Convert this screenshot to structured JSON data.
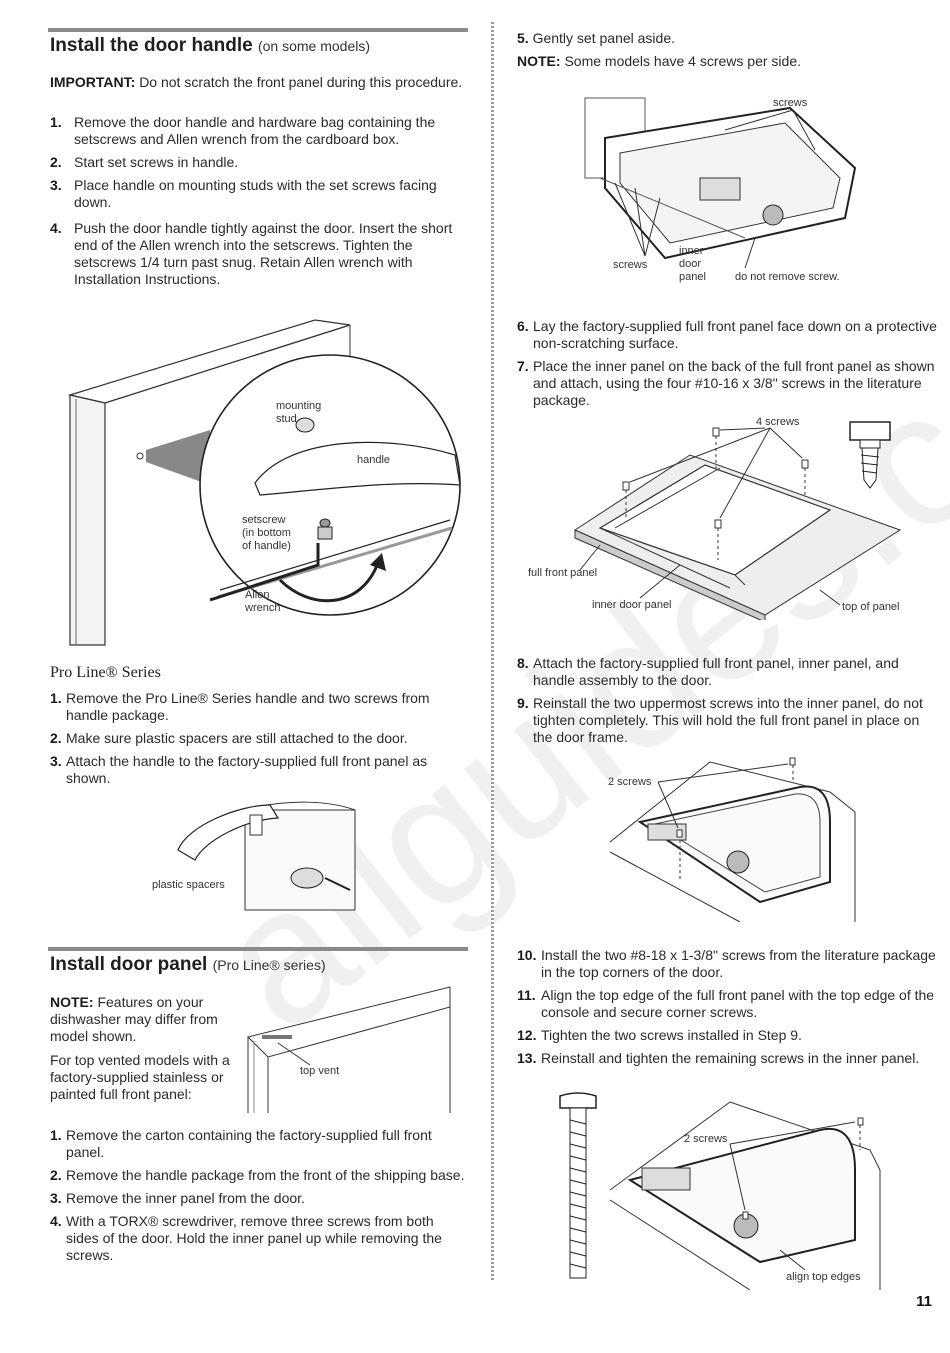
{
  "page_number": "11",
  "watermark": "allguides.com",
  "left": {
    "handle": {
      "title": "Install the door handle",
      "subtitle": "(on some models)",
      "important_label": "IMPORTANT:",
      "important_text": "Do not scratch the front panel during this procedure.",
      "steps": [
        {
          "n": "1.",
          "text": "Remove the door handle and hardware bag containing the setscrews and Allen wrench from the cardboard box."
        },
        {
          "n": "2.",
          "text": "Start set screws in handle."
        },
        {
          "n": "3.",
          "text": "Place handle on mounting studs with the set screws facing down."
        },
        {
          "n": "4.",
          "text": "Push the door handle tightly against the door. Insert the short end of the Allen wrench into the setscrews. Tighten the setscrews 1/4 turn past snug. Retain Allen wrench with Installation Instructions."
        }
      ],
      "diagram_labels": {
        "mounting_stud_1": "mounting",
        "mounting_stud_2": "stud",
        "handle": "handle",
        "setscrew_1": "setscrew",
        "setscrew_2": "(in bottom",
        "setscrew_3": "of handle)",
        "allen_1": "Allen",
        "allen_2": "wrench"
      }
    },
    "proline": {
      "title": "Pro Line® Series",
      "steps": [
        {
          "n": "1.",
          "text": "Remove the Pro Line® Series handle and two screws from handle package."
        },
        {
          "n": "2.",
          "text": "Make sure plastic spacers are still attached to the door."
        },
        {
          "n": "3.",
          "text": "Attach the handle to the factory-supplied full front panel as shown."
        }
      ],
      "diagram_label": "plastic spacers"
    },
    "panel": {
      "title": "Install door panel",
      "subtitle": "(Pro Line® series)",
      "note_label": "NOTE:",
      "note_text": "Features on your dishwasher may differ from model shown.",
      "intro": "For top vented models with a factory-supplied stainless or painted full front panel:",
      "diagram_label": "top vent",
      "steps": [
        {
          "n": "1.",
          "text": "Remove the carton containing the factory-supplied full front panel."
        },
        {
          "n": "2.",
          "text": "Remove the handle package from the front of the shipping base."
        },
        {
          "n": "3.",
          "text": "Remove the inner panel from the door."
        },
        {
          "n": "4.",
          "text": "With a TORX® screwdriver, remove three screws from both sides of the door. Hold the inner panel up while removing the screws."
        }
      ]
    }
  },
  "right": {
    "step5": {
      "n": "5.",
      "text": "Gently set panel aside."
    },
    "note_label": "NOTE:",
    "note_text": "Some models have 4 screws per side.",
    "diagram1": {
      "screws_top": "screws",
      "screws_bottom": "screws",
      "inner_door_panel_1": "inner",
      "inner_door_panel_2": "door",
      "inner_door_panel_3": "panel",
      "do_not_remove": "do not remove screw."
    },
    "steps_a": [
      {
        "n": "6.",
        "text": "Lay the factory-supplied full front panel face down on a protective non-scratching surface."
      },
      {
        "n": "7.",
        "text": "Place the inner panel on the back of the full front panel as shown and attach, using the four #10-16 x 3/8\" screws in the literature package."
      }
    ],
    "diagram2": {
      "four_screws": "4 screws",
      "full_front_panel": "full front panel",
      "inner_door_panel": "inner door panel",
      "top_of_panel": "top of panel"
    },
    "steps_b": [
      {
        "n": "8.",
        "text": "Attach the factory-supplied full front panel, inner panel, and handle assembly to the door."
      },
      {
        "n": "9.",
        "text": "Reinstall the two uppermost screws into the inner panel, do not tighten completely. This will hold the full front panel in place on the door frame."
      }
    ],
    "diagram3": {
      "two_screws": "2 screws"
    },
    "steps_c": [
      {
        "n": "10.",
        "text": "Install the two #8-18 x 1-3/8\" screws from the literature package in the top corners of the door."
      },
      {
        "n": "11.",
        "text": "Align the top edge of the full front panel with the top edge of the console and secure corner screws."
      },
      {
        "n": "12.",
        "text": "Tighten the two screws installed in Step 9."
      },
      {
        "n": "13.",
        "text": "Reinstall and tighten the remaining screws in the inner panel."
      }
    ],
    "diagram4": {
      "two_screws": "2 screws",
      "align_top_edges": "align top edges"
    }
  }
}
